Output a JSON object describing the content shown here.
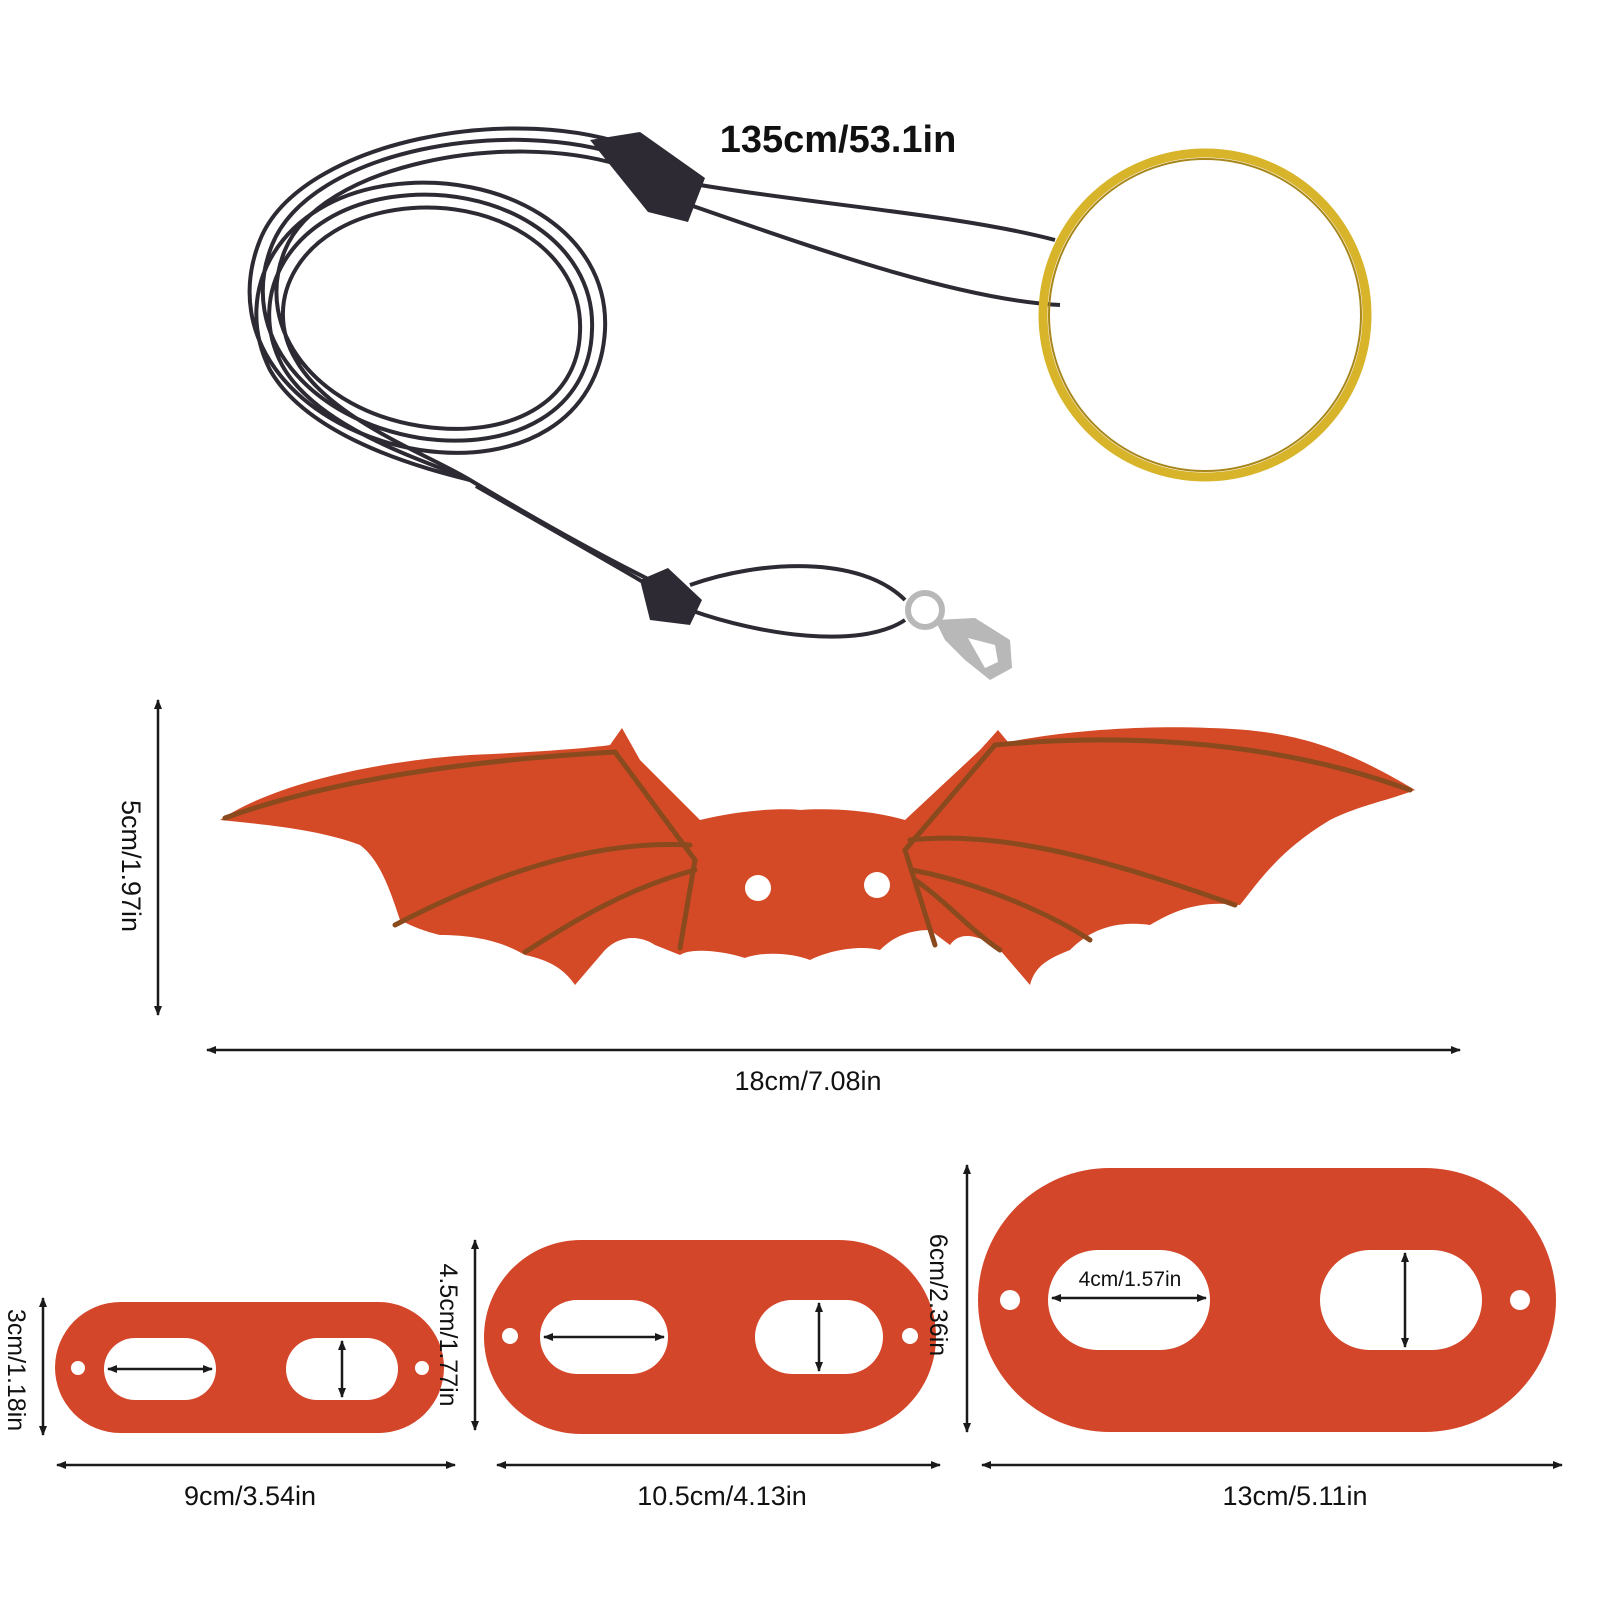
{
  "colors": {
    "background": "#ffffff",
    "cord": "#2e2a33",
    "ring": "#d8b42a",
    "ring_dark": "#a8861a",
    "wing": "#d44a26",
    "wing_vein": "#8a4a1e",
    "harness": "#d4462a",
    "arrow": "#1a1a1a",
    "hole": "#ffffff",
    "clip": "#b8b8b8"
  },
  "leash": {
    "length_label": "135cm/53.1in"
  },
  "wings": {
    "height_label": "5cm/1.97in",
    "width_label": "18cm/7.08in"
  },
  "harnesses": {
    "small": {
      "height_label": "3cm/1.18in",
      "width_label": "9cm/3.54in"
    },
    "medium": {
      "height_label": "4.5cm/1.77in",
      "width_label": "10.5cm/4.13in"
    },
    "large": {
      "height_label": "6cm/2.36in",
      "width_label": "13cm/5.11in",
      "hole_label": "4cm/1.57in"
    }
  }
}
